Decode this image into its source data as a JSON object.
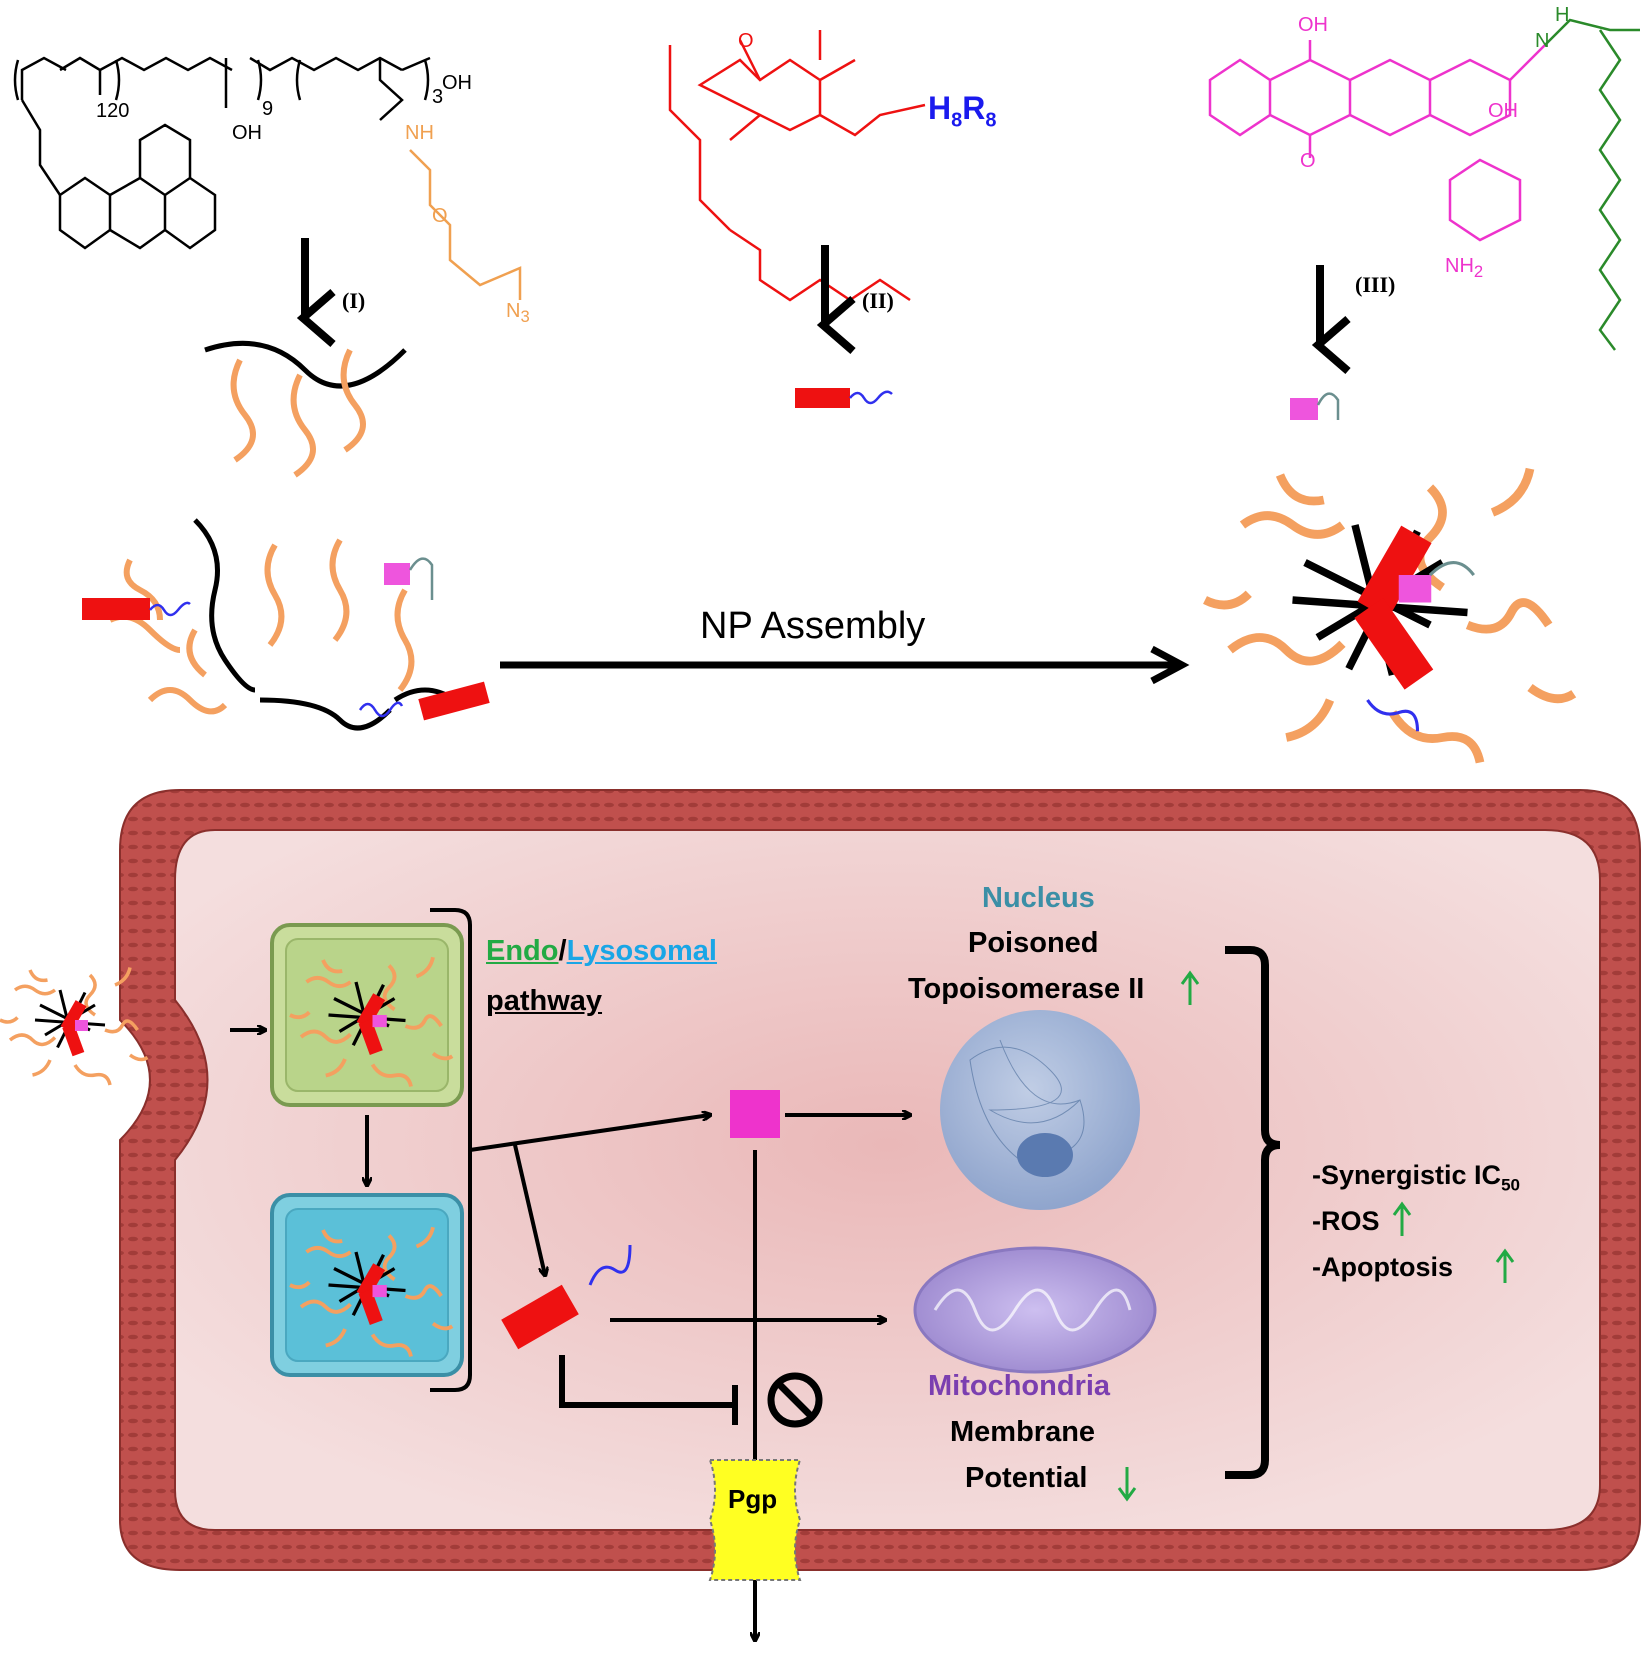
{
  "colors": {
    "membrane": "#c0504d",
    "cell_interior": "#f3d7d7",
    "polymer_orange": "#f4a060",
    "vitamin_red": "#ee1111",
    "dox_magenta": "#ee33cc",
    "chain_blue": "#3030ee",
    "lipid_green": "#2a8a2a",
    "endosome": "#b9d48a",
    "lysosome": "#5bc0d8",
    "pgp": "#ffff22",
    "up_arrow": "#22aa44",
    "nucleus": "#9bb8dc",
    "mitochondria": "#b7a6e0",
    "nucleus_label": "#3b8fa6",
    "mito_label": "#7b3fb0",
    "endo_green": "#22aa44",
    "lyso_blue": "#1aa6e6"
  },
  "chemistry": {
    "polymer": {
      "sub_120": "120",
      "sub_9": "9",
      "sub_3": "3",
      "oh": "OH",
      "o": "O",
      "nh": "NH",
      "n3": "N",
      "n3_sub": "3",
      "cooh": "OH",
      "step": "(I)"
    },
    "vitamin": {
      "o": "O",
      "h_letter": "H",
      "h_sub": "8",
      "r_letter": "R",
      "r_sub": "8",
      "step": "(II)"
    },
    "doxorubicin": {
      "oh": "OH",
      "o": "O",
      "n": "N",
      "h": "H",
      "nh2": "NH",
      "nh2_sub": "2",
      "step": "(III)"
    }
  },
  "assembly": {
    "label": "NP Assembly"
  },
  "cell": {
    "endo_label": "Endo",
    "slash": "/",
    "lyso_label": "Lysosomal",
    "pathway_label": "pathway",
    "nucleus_title": "Nucleus",
    "nucleus_line1": "Poisoned",
    "nucleus_line2": "Topoisomerase II",
    "mito_title": "Mitochondria",
    "mito_line1": "Membrane",
    "mito_line2": "Potential",
    "pgp_label": "Pgp",
    "outcome_1": "-Synergistic IC",
    "outcome_1_sub": "50",
    "outcome_2": "-ROS",
    "outcome_3": "-Apoptosis"
  }
}
